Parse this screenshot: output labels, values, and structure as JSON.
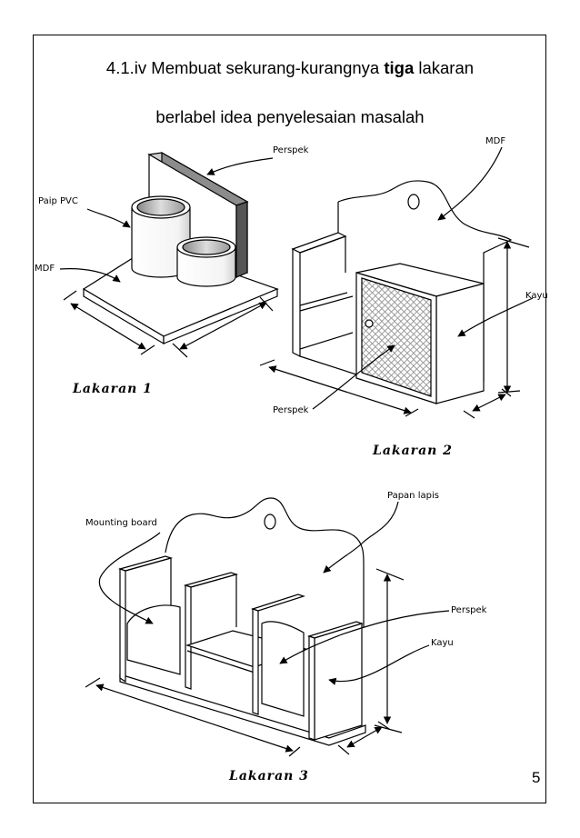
{
  "heading": {
    "line1_prefix": "4.1.iv Membuat sekurang-kurangnya ",
    "line1_bold": "tiga",
    "line1_suffix": " lakaran",
    "line2": "berlabel idea penyelesaian masalah"
  },
  "sketch1": {
    "caption": "Lakaran 1",
    "labels": {
      "perspek": "Perspek",
      "pvc": "Paip PVC",
      "mdf": "MDF"
    }
  },
  "sketch2": {
    "caption": "Lakaran 2",
    "labels": {
      "mdf": "MDF",
      "kayu": "Kayu",
      "perspek": "Perspek"
    }
  },
  "sketch3": {
    "caption": "Lakaran 3",
    "labels": {
      "mounting": "Mounting board",
      "papan": "Papan lapis",
      "perspek": "Perspek",
      "kayu": "Kayu"
    }
  },
  "page_number": "5"
}
